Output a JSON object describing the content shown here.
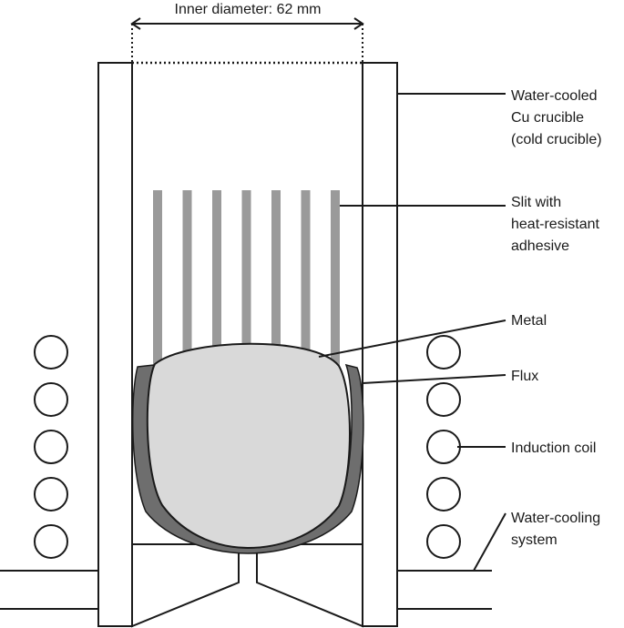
{
  "dimension": {
    "label": "Inner diameter: 62 mm"
  },
  "labels": {
    "crucible": [
      "Water-cooled",
      "Cu crucible",
      "(cold crucible)"
    ],
    "slit": [
      "Slit with",
      "heat-resistant",
      "adhesive"
    ],
    "metal": [
      "Metal"
    ],
    "flux": [
      "Flux"
    ],
    "coil": [
      "Induction coil"
    ],
    "cooling": [
      "Water-cooling",
      "system"
    ]
  },
  "colors": {
    "line": "#1a1a1a",
    "slit": "#9a9a9a",
    "metal": "#d9d9d9",
    "flux": "#6e6e6e"
  },
  "slit_count": 7,
  "coil_turns_per_side": 5
}
